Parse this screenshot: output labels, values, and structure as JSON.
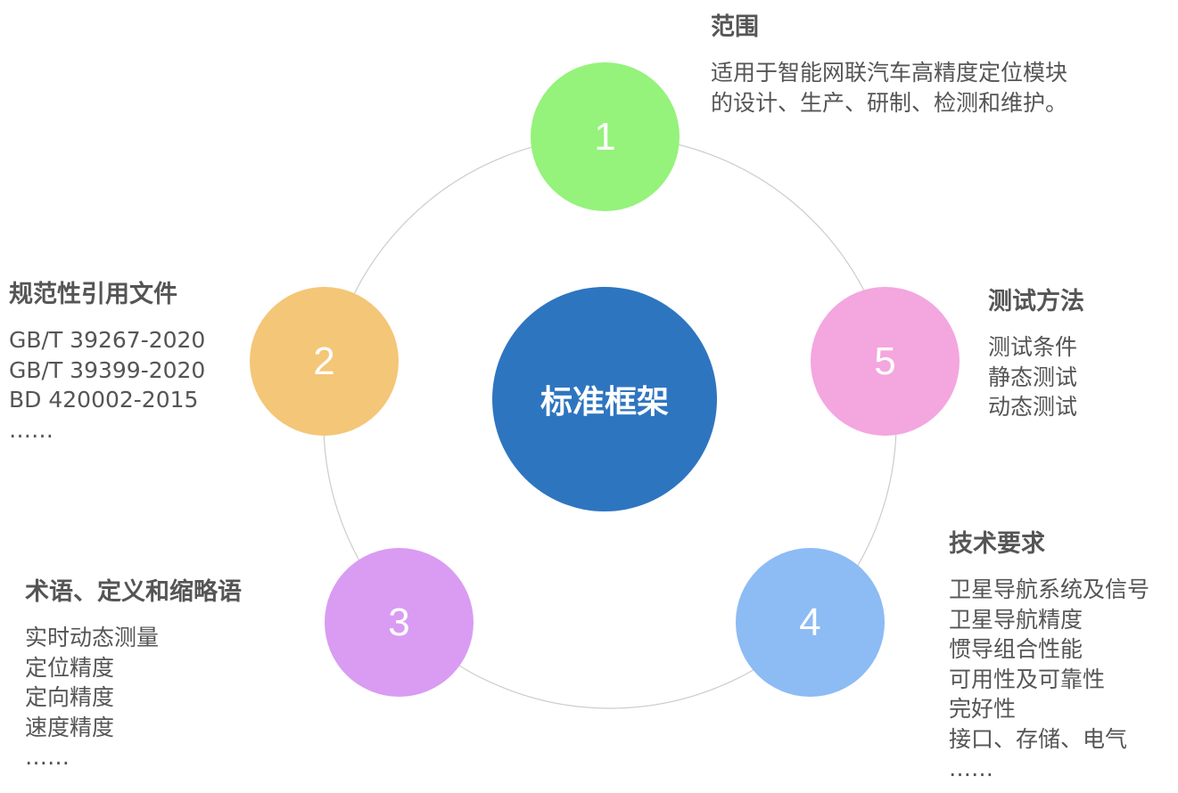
{
  "center": {
    "label": "标准框架",
    "color": "#2E75C0"
  },
  "nodes": [
    {
      "number": "1",
      "color": "#95F27B",
      "title": "范围",
      "lines": [
        "适用于智能网联汽车高精度定位模块",
        "的设计、生产、研制、检测和维护。"
      ]
    },
    {
      "number": "2",
      "color": "#F4C677",
      "title": "规范性引用文件",
      "lines": [
        "GB/T 39267-2020",
        "GB/T 39399-2020",
        "BD 420002-2015",
        "……"
      ]
    },
    {
      "number": "3",
      "color": "#D99CF2",
      "title": "术语、定义和缩略语",
      "lines": [
        "实时动态测量",
        "定位精度",
        "定向精度",
        "速度精度",
        "……"
      ]
    },
    {
      "number": "4",
      "color": "#8DBBF4",
      "title": "技术要求",
      "lines": [
        "卫星导航系统及信号",
        "卫星导航精度",
        "惯导组合性能",
        "可用性及可靠性",
        "完好性",
        "接口、存储、电气",
        "……"
      ]
    },
    {
      "number": "5",
      "color": "#F4A6DF",
      "title": "测试方法",
      "lines": [
        "测试条件",
        "静态测试",
        "动态测试"
      ]
    }
  ]
}
